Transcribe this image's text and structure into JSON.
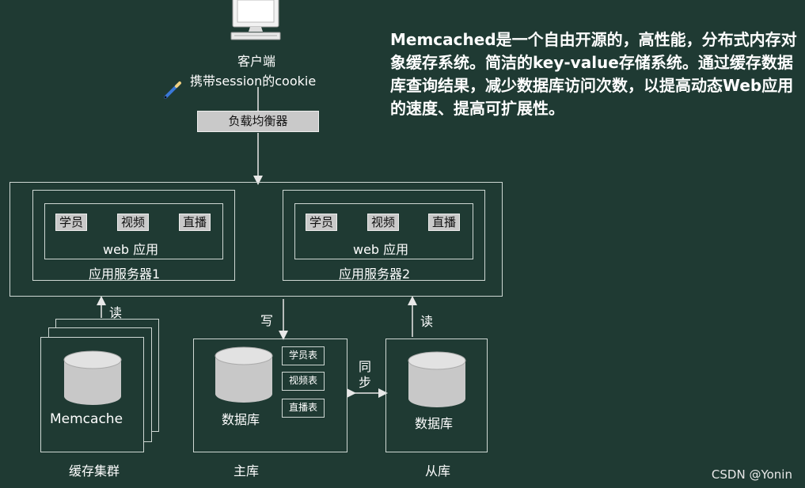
{
  "client": {
    "label": "客户端",
    "sub_label": "携带session的cookie"
  },
  "load_balancer": {
    "label": "负载均衡器"
  },
  "servers": [
    {
      "tags": [
        "学员",
        "视频",
        "直播"
      ],
      "app_label": "web 应用",
      "name": "应用服务器1"
    },
    {
      "tags": [
        "学员",
        "视频",
        "直播"
      ],
      "app_label": "web 应用",
      "name": "应用服务器2"
    }
  ],
  "edges": {
    "read_left": "读",
    "write": "写",
    "read_right": "读",
    "sync": "同\n步"
  },
  "cache": {
    "cylinder_label": "Memcache",
    "caption": "缓存集群"
  },
  "master": {
    "cylinder_label": "数据库",
    "tables": [
      "学员表",
      "视频表",
      "直播表"
    ],
    "caption": "主库"
  },
  "slave": {
    "cylinder_label": "数据库",
    "caption": "从库"
  },
  "description": {
    "brand": "Memcached",
    "text": "是一个自由开源的，高性能，分布式内存对象缓存系统。简洁的key-value存储系统。通过缓存数据库查询结果，减少数据库访问次数，以提高动态Web应用的速度、提高可扩展性。"
  },
  "watermark": "CSDN @Yonin"
}
